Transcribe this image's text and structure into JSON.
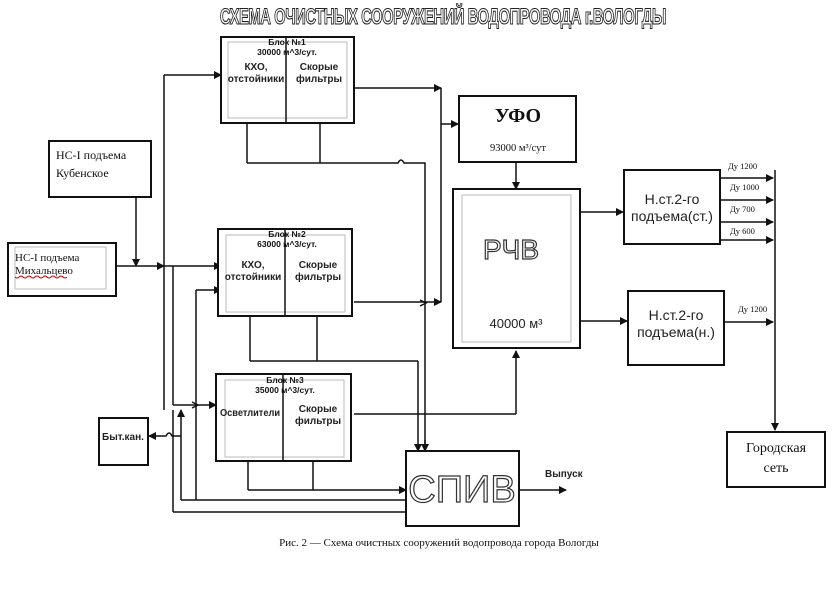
{
  "title": "СХЕМА ОЧИСТНЫХ СООРУЖЕНИЙ ВОДОПРОВОДА г.ВОЛОГДЫ",
  "sources": {
    "kubenskoe": {
      "line1": "НС-I подъема",
      "line2": "Кубенское"
    },
    "mikhaltsevo": {
      "line1": "НС-I подъема",
      "line2": "Михальцево"
    }
  },
  "blocks": [
    {
      "header": "Блок №1",
      "capacity": "30000 м^3/сут.",
      "left_line1": "КХО,",
      "left_line2": "отстойники",
      "right_line1": "Скорые",
      "right_line2": "фильтры"
    },
    {
      "header": "Блок №2",
      "capacity": "63000 м^3/сут.",
      "left_line1": "КХО,",
      "left_line2": "отстойники",
      "right_line1": "Скорые",
      "right_line2": "фильтры"
    },
    {
      "header": "Блок №3",
      "capacity": "35000 м^3/сут.",
      "left_line1": "Осветлители",
      "left_line2": "",
      "right_line1": "Скорые",
      "right_line2": "фильтры"
    }
  ],
  "ufo": {
    "label": "УФО",
    "capacity": "93000 м³/сут"
  },
  "rchv": {
    "label": "РЧВ",
    "volume": "40000 м³"
  },
  "pump_st": {
    "line1": "Н.ст.2-го",
    "line2": "подъема(ст.)"
  },
  "pump_n": {
    "line1": "Н.ст.2-го",
    "line2": "подъема(н.)"
  },
  "pipes_st": [
    "Ду 1200",
    "Ду 1000",
    "Ду 700",
    "Ду 600"
  ],
  "pipe_n": "Ду 1200",
  "city": {
    "line1": "Городская",
    "line2": "сеть"
  },
  "sewer": "Быт.кан.",
  "spiv": "СПИВ",
  "outlet": "Выпуск",
  "caption": "Рис. 2 — Схема очистных сооружений водопровода города Вологды"
}
